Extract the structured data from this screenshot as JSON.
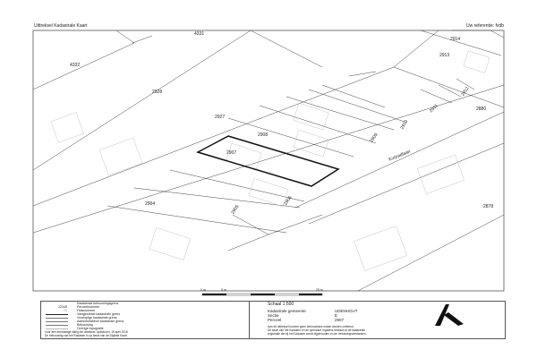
{
  "header": {
    "title": "Uittreksel Kadastrale Kaart",
    "reference": "Uw referentie: fvdb"
  },
  "map": {
    "parcels": [
      "4331",
      "2914",
      "4332",
      "2913",
      "2928",
      "2912",
      "2911",
      "2880",
      "2927",
      "2910",
      "2909",
      "2908",
      "2907",
      "2904",
      "2905",
      "2906",
      "2878"
    ],
    "street": "Kurpadlaan",
    "selected_parcel": "2907"
  },
  "scale_bar": {
    "labels": [
      "0 m",
      "5 m",
      "25 m"
    ]
  },
  "legend": {
    "items": [
      {
        "symbol": "",
        "label": "Kadastraal bebouwingsgrens"
      },
      {
        "symbol": "12345",
        "label": "Perceelnummer"
      },
      {
        "symbol": "20",
        "label": "Huisnummer"
      },
      {
        "symbol": "line",
        "label": "Vastgestelde kadastrale grens"
      },
      {
        "symbol": "line",
        "label": "Voorlopige kadastrale grens"
      },
      {
        "symbol": "line",
        "label": "Administratieve kadastrale grens"
      },
      {
        "symbol": "line",
        "label": "Bebouwing"
      },
      {
        "symbol": "line",
        "label": "Overige topografie"
      }
    ],
    "footer1": "Voor een eenduidige uitleg zie uittreksel. Apeldoorn, 19 april 2018",
    "footer2": "De bebouwing van het Kadaster is op basis van de Digitale Kaart"
  },
  "info": {
    "scale": "Schaal 1:500",
    "fields": [
      {
        "label": "Kadastrale gemeente",
        "value": "UDENHOUT"
      },
      {
        "label": "Sectie",
        "value": "E"
      },
      {
        "label": "Perceel",
        "value": "2907"
      }
    ],
    "disclaimer1": "Aan dit uittreksel kunnen geen betrouwbare maten worden ontleend.",
    "disclaimer2": "De kaart van het Kadaster en de openbare registers bestaat uit de kadastrale",
    "disclaimer3": "registratie die bij het Kadaster wordt bijgehouden en de verkiezingsbestanden."
  }
}
